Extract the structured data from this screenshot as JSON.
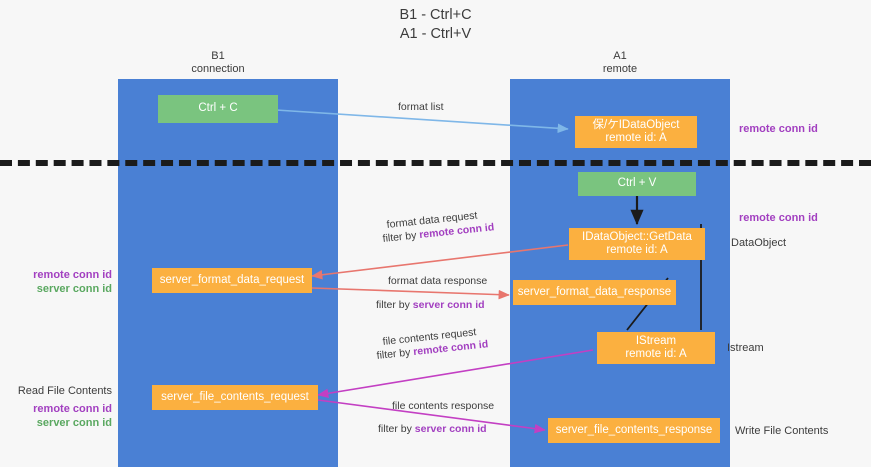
{
  "title": {
    "line1": "B1 - Ctrl+C",
    "line2": "A1 - Ctrl+V"
  },
  "lanes": [
    {
      "name": "B1",
      "sub": "connection"
    },
    {
      "name": "A1",
      "sub": "remote"
    }
  ],
  "boxes": {
    "ctrl_c": {
      "line1": "Ctrl + C",
      "color": "#7ac47f"
    },
    "ctrl_v": {
      "line1": "Ctrl + V",
      "color": "#7ac47f"
    },
    "idataobject": {
      "line1": "保/ケIDataObject",
      "line2": "remote id: A",
      "color": "#fbb040"
    },
    "getdata": {
      "line1": "IDataObject::GetData",
      "line2": "remote id: A",
      "color": "#fbb040"
    },
    "format_req": {
      "line1": "server_format_data_request",
      "color": "#fbb040"
    },
    "format_resp": {
      "line1": "server_format_data_response",
      "color": "#fbb040"
    },
    "istream": {
      "line1": "IStream",
      "line2": "remote id: A",
      "color": "#fbb040"
    },
    "file_req": {
      "line1": "server_file_contents_request",
      "color": "#fbb040"
    },
    "file_resp": {
      "line1": "server_file_contents_response",
      "color": "#fbb040"
    }
  },
  "edges": {
    "format_list": "format list",
    "format_data_request": "format data request",
    "format_data_request_filter_prefix": "filter by ",
    "format_data_request_filter_key": "remote conn id",
    "format_data_response": "format data response",
    "format_data_response_filter_prefix": "filter by ",
    "format_data_response_filter_key": "server conn id",
    "file_contents_request": "file contents request",
    "file_contents_request_filter_prefix": "filter by ",
    "file_contents_request_filter_key": "remote conn id",
    "file_contents_response": "file contents response",
    "file_contents_response_filter_prefix": "filter by ",
    "file_contents_response_filter_key": "server conn id"
  },
  "annotations": {
    "right_remote_conn_id_top": "remote conn id",
    "right_remote_conn_id_mid": "remote conn id",
    "right_dataobject": "DataObject",
    "right_istream": "Istream",
    "right_write_file_contents": "Write File Contents",
    "left_remote_conn_id": "remote conn id",
    "left_server_conn_id": "server conn id",
    "left_read_file_contents": "Read File Contents",
    "left_remote_conn_id_2": "remote conn id",
    "left_server_conn_id_2": "server conn id"
  },
  "colors": {
    "lane": "#4a80d4",
    "orange": "#fbb040",
    "green_box": "#7ac47f",
    "purple": "#a23fc0",
    "green_text": "#5aa860",
    "arrow_blue": "#7fb7e8",
    "arrow_red": "#e8766e",
    "arrow_magenta": "#c33fc3",
    "arrow_black": "#1b1b1b",
    "divider": "#1b1b1b",
    "background": "#f7f7f7"
  }
}
